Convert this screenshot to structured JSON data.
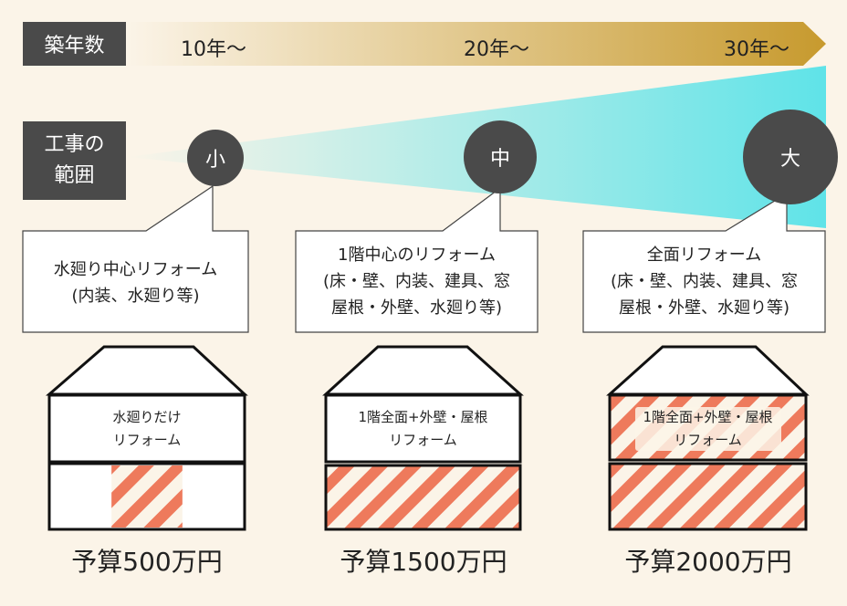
{
  "header": {
    "label": "築年数",
    "years": [
      "10年〜",
      "20年〜",
      "30年〜"
    ]
  },
  "scope": {
    "label": "工事の\n範囲",
    "sizes": [
      "小",
      "中",
      "大"
    ]
  },
  "bubbles": [
    "水廻り中心リフォーム\n(内装、水廻り等)",
    "1階中心のリフォーム\n(床・壁、内装、建具、窓\n屋根・外壁、水廻り等)",
    "全面リフォーム\n(床・壁、内装、建具、窓\n屋根・外壁、水廻り等)"
  ],
  "houses": [
    {
      "upper_text": "水廻りだけ\nリフォーム",
      "lower_fill": 0.37,
      "upper_hatched": false
    },
    {
      "upper_text": "1階全面+外壁・屋根\nリフォーム",
      "lower_fill": 1.0,
      "upper_hatched": false
    },
    {
      "upper_text": "1階全面+外壁・屋根\nリフォーム",
      "lower_fill": 1.0,
      "upper_hatched": true
    }
  ],
  "budgets": [
    "予算500万円",
    "予算1500万円",
    "予算2000万円"
  ],
  "colors": {
    "dark_box": "#4a4a4a",
    "arrow_start": "#fbf4e8",
    "arrow_end": "#c79a2e",
    "wedge_start": "#fbf4e8",
    "wedge_end": "#5fe3e8",
    "hatch": "#ee7a5c",
    "background": "#fbf4e8"
  }
}
